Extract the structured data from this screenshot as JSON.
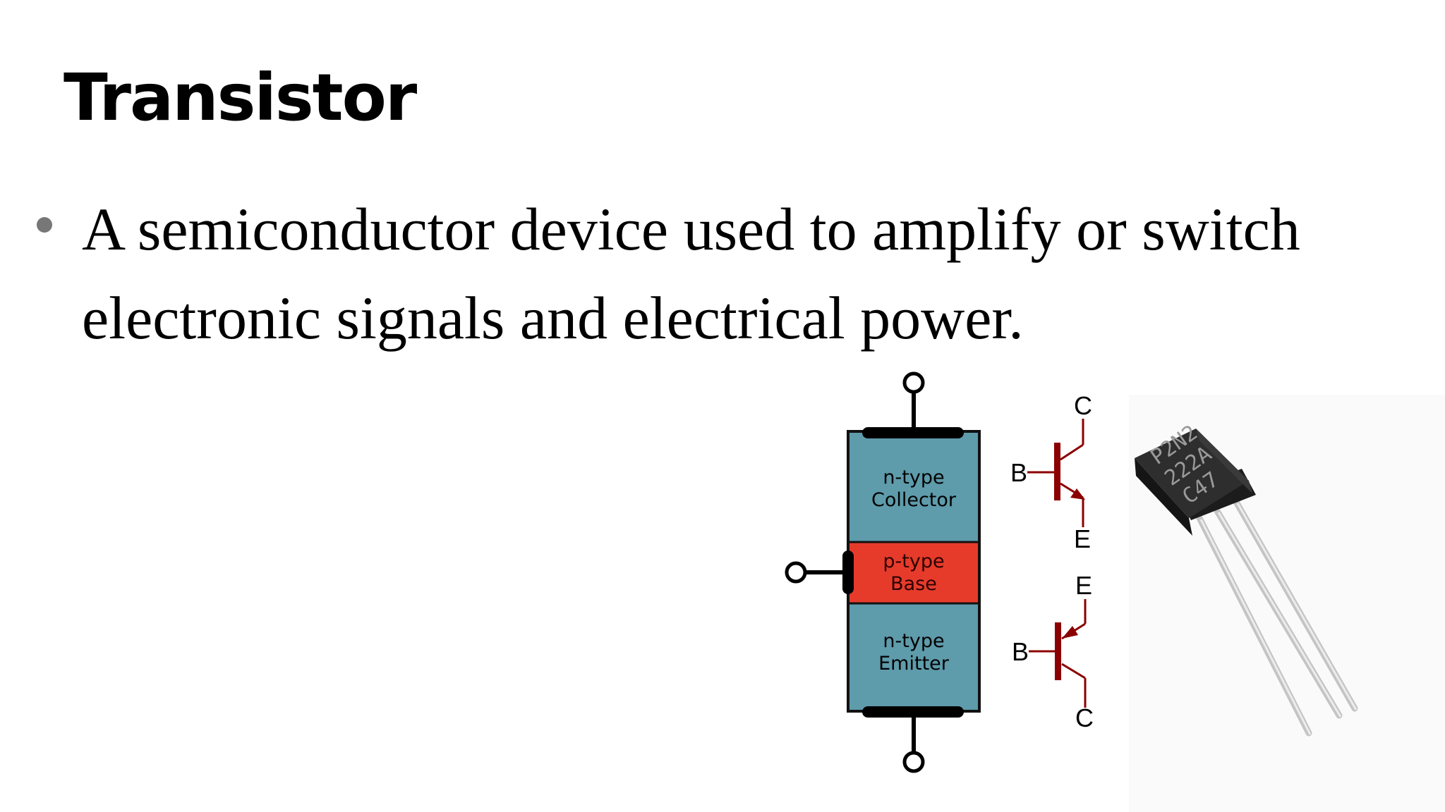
{
  "slide": {
    "title": "Transistor",
    "bullet_line1": "A semiconductor device used to amplify or switch",
    "bullet_line2": "electronic signals and electrical power."
  },
  "diagram": {
    "collector_type": "n-type",
    "collector_name": "Collector",
    "base_type": "p-type",
    "base_name": "Base",
    "emitter_type": "n-type",
    "emitter_name": "Emitter",
    "colors": {
      "n_region": "#5e9bab",
      "p_region": "#e63b2b",
      "symbol": "#8b0000"
    }
  },
  "symbols": {
    "npn": {
      "c": "C",
      "b": "B",
      "e": "E"
    },
    "pnp": {
      "e": "E",
      "b": "B",
      "c": "C"
    }
  },
  "photo": {
    "marking_1": "P2N2",
    "marking_2": "222A",
    "marking_3": "C47"
  }
}
